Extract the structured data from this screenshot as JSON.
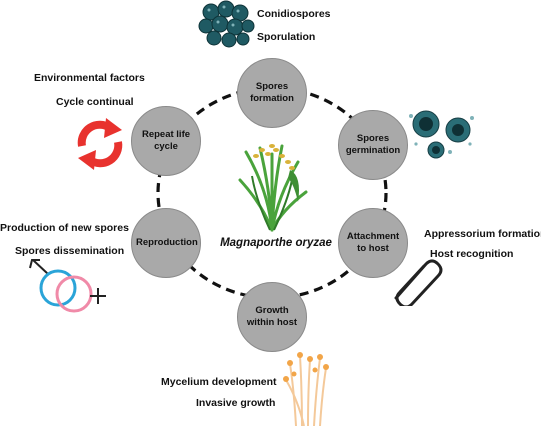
{
  "center": {
    "title": "Magnaporthe oryzae"
  },
  "stages": {
    "spores_formation": "Spores\nformation",
    "spores_germination": "Spores\ngermination",
    "attachment": "Attachment\nto host",
    "growth": "Growth\nwithin host",
    "reproduction": "Reproduction",
    "repeat": "Repeat life\ncycle"
  },
  "labels": {
    "conidiospores": "Conidiospores",
    "sporulation": "Sporulation",
    "environmental": "Environmental factors",
    "cycle_continual": "Cycle continual",
    "appressorium": "Appressorium formation",
    "host_recognition": "Host recognition",
    "new_spores": "Production of new spores",
    "dissemination": "Spores dissemination",
    "mycelium": "Mycelium development",
    "invasive": "Invasive growth"
  },
  "colors": {
    "node": "#a9a9a9",
    "spore_teal": "#1f5a63",
    "cycle_arrows": "#e8322e",
    "male_circle": "#2aa4d8",
    "female_circle": "#f08aa8",
    "mycelium_orange": "#f2a548"
  },
  "icons": [
    "conidiospore-cluster-icon",
    "germinating-spores-icon",
    "cycle-arrows-icon",
    "rice-plant-icon",
    "paperclip-icon",
    "mating-symbols-icon",
    "mycelium-icon"
  ]
}
